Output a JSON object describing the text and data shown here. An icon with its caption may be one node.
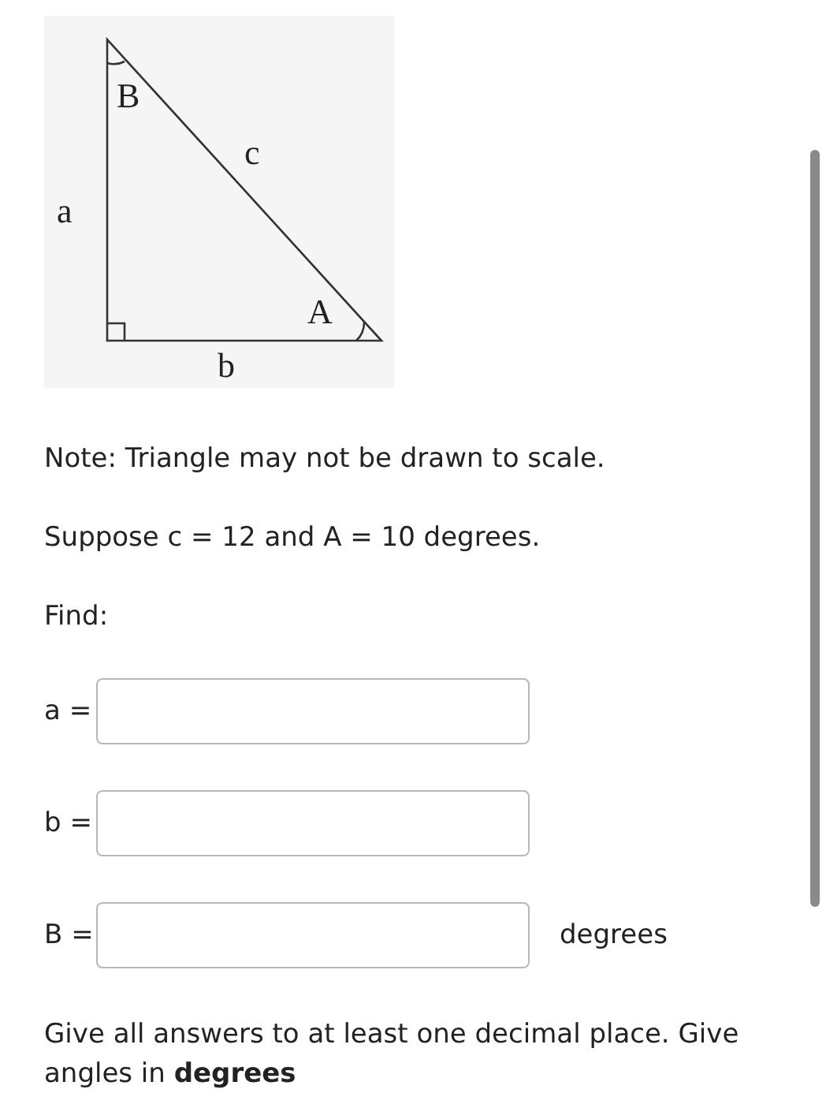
{
  "diagram": {
    "labels": [
      "B",
      "c",
      "a",
      "A",
      "b",
      "Note: Triangle may not be drawn to scale.",
      "Suppose c = 12 and A = 10 degrees.",
      "Find:",
      "a =",
      "b =",
      "B =",
      "degrees",
      "Give all answers to at least one decimal place. Give angles in **degrees**"
    ]
  }
}
